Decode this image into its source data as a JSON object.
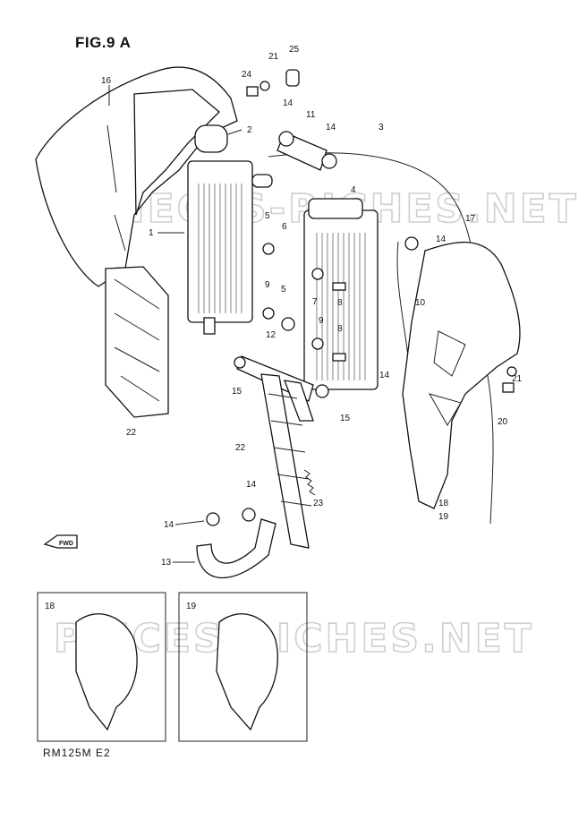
{
  "figure_title": "FIG.9 A",
  "model_code": "RM125M  E2",
  "watermark": "PIECES-RICHES.NET",
  "fwd_label": "FWD",
  "inset_labels": [
    "18",
    "19"
  ],
  "callouts": [
    "1",
    "2",
    "3",
    "4",
    "5",
    "6",
    "5",
    "7",
    "8",
    "9",
    "8",
    "9",
    "10",
    "11",
    "12",
    "13",
    "14",
    "14",
    "14",
    "14",
    "14",
    "14",
    "15",
    "15",
    "16",
    "17",
    "18",
    "19",
    "20",
    "21",
    "21",
    "22",
    "22",
    "23",
    "24",
    "25"
  ]
}
